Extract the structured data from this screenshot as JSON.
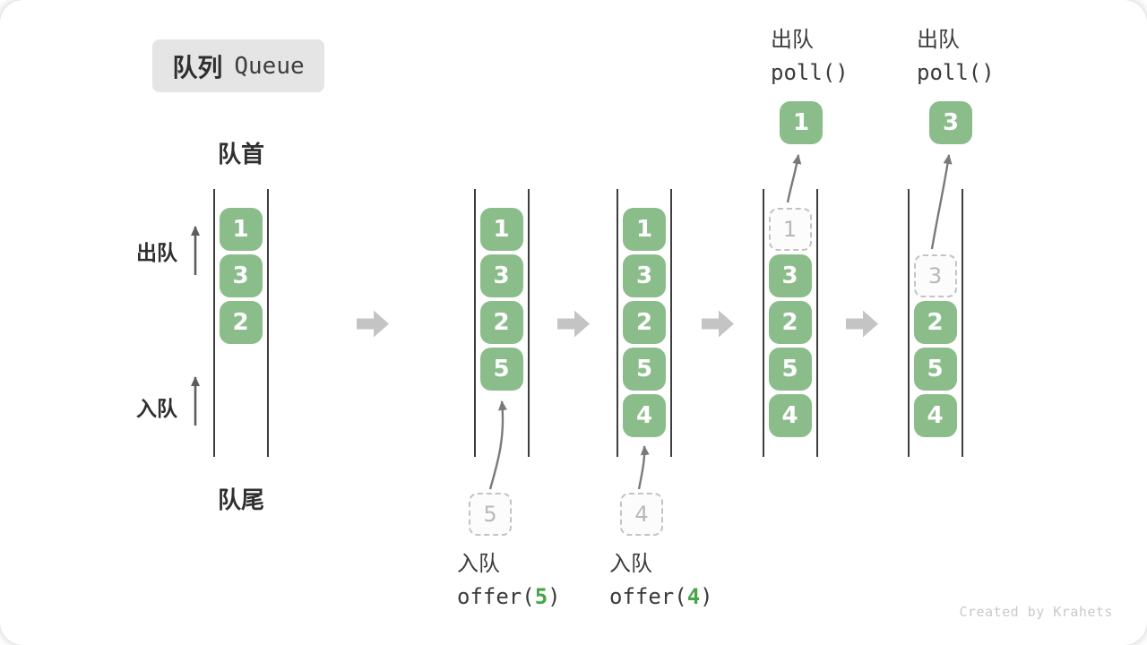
{
  "title": {
    "zh": "队列",
    "en": "Queue"
  },
  "labels": {
    "front": "队首",
    "rear": "队尾",
    "dequeue": "出队",
    "enqueue": "入队"
  },
  "states": [
    {
      "name": "initial",
      "cells": [
        {
          "slot": 0,
          "value": "1",
          "type": "solid"
        },
        {
          "slot": 1,
          "value": "3",
          "type": "solid"
        },
        {
          "slot": 2,
          "value": "2",
          "type": "solid"
        }
      ]
    },
    {
      "name": "after-offer-5",
      "cells": [
        {
          "slot": 0,
          "value": "1",
          "type": "solid"
        },
        {
          "slot": 1,
          "value": "3",
          "type": "solid"
        },
        {
          "slot": 2,
          "value": "2",
          "type": "solid"
        },
        {
          "slot": 3,
          "value": "5",
          "type": "solid"
        }
      ],
      "below": {
        "value": "5"
      }
    },
    {
      "name": "after-offer-4",
      "cells": [
        {
          "slot": 0,
          "value": "1",
          "type": "solid"
        },
        {
          "slot": 1,
          "value": "3",
          "type": "solid"
        },
        {
          "slot": 2,
          "value": "2",
          "type": "solid"
        },
        {
          "slot": 3,
          "value": "5",
          "type": "solid"
        },
        {
          "slot": 4,
          "value": "4",
          "type": "solid"
        }
      ],
      "below": {
        "value": "4"
      }
    },
    {
      "name": "after-poll-1",
      "cells": [
        {
          "slot": 0,
          "value": "1",
          "type": "dashed"
        },
        {
          "slot": 1,
          "value": "3",
          "type": "solid"
        },
        {
          "slot": 2,
          "value": "2",
          "type": "solid"
        },
        {
          "slot": 3,
          "value": "5",
          "type": "solid"
        },
        {
          "slot": 4,
          "value": "4",
          "type": "solid"
        }
      ],
      "above": {
        "result": "1"
      }
    },
    {
      "name": "after-poll-3",
      "cells": [
        {
          "slot": 1,
          "value": "3",
          "type": "dashed"
        },
        {
          "slot": 2,
          "value": "2",
          "type": "solid"
        },
        {
          "slot": 3,
          "value": "5",
          "type": "solid"
        },
        {
          "slot": 4,
          "value": "4",
          "type": "solid"
        }
      ],
      "above": {
        "result": "3"
      }
    }
  ],
  "annotations": {
    "offer5": {
      "label": "入队",
      "code_before": "offer(",
      "arg": "5",
      "code_after": ")"
    },
    "offer4": {
      "label": "入队",
      "code_before": "offer(",
      "arg": "4",
      "code_after": ")"
    },
    "poll1": {
      "label": "出队",
      "code": "poll()"
    },
    "poll2": {
      "label": "出队",
      "code": "poll()"
    }
  },
  "watermark": "Created by Krahets",
  "colors": {
    "box_green": "#8bbd8b",
    "code_green": "#47a547",
    "queue_line": "#3e3e3e",
    "big_arrow": "#c4c4c4",
    "small_arrow": "#7a7a7a",
    "label_arrow": "#5d5d5d",
    "dashed_border": "#c3c3c3",
    "dashed_text": "#b8b8b8",
    "title_bg": "#e5e5e5",
    "text_dark": "#2f2f2f",
    "watermark_gray": "#c9c9c9"
  }
}
